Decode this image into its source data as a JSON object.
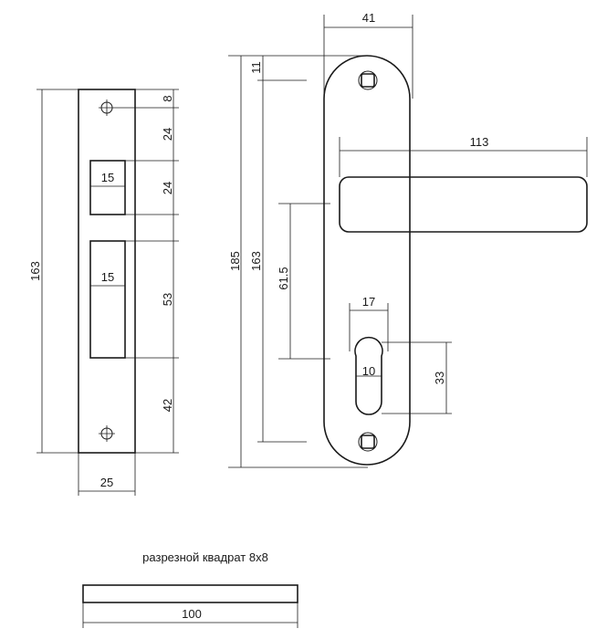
{
  "dimensions": {
    "strike_height": "163",
    "strike_width": "25",
    "strike_top_hole": "8",
    "strike_gap_a": "24",
    "strike_slot1_h": "24",
    "strike_slot1_w": "15",
    "strike_slot2_h": "53",
    "strike_slot2_w": "15",
    "strike_bottom": "42",
    "plate_width": "41",
    "plate_top_hole": "11",
    "plate_height": "185",
    "plate_hole_spacing": "163",
    "lever_length": "113",
    "spindle_to_cyl": "61.5",
    "cyl_width": "17",
    "cyl_narrow": "10",
    "cyl_height": "33",
    "spindle_length": "100"
  },
  "caption": "разрезной квадрат 8x8"
}
